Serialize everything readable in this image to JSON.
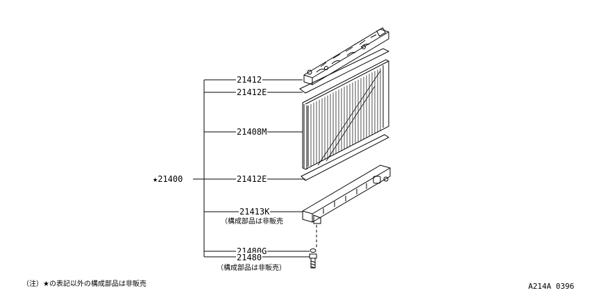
{
  "parts": {
    "assembly": "★21400",
    "upper_tank": "21412",
    "upper_seal": "21412E",
    "core": "21408M",
    "lower_seal": "21412E",
    "lower_tank": "21413K",
    "lower_tank_note": "（構成部品は非販売",
    "drain_washer": "21480G",
    "drain_plug": "21480",
    "drain_plug_note": "（構成部品は非販売）"
  },
  "footnote": "（注）★の表記以外の構成部品は非販売",
  "diagram_code": "A214A 0396"
}
